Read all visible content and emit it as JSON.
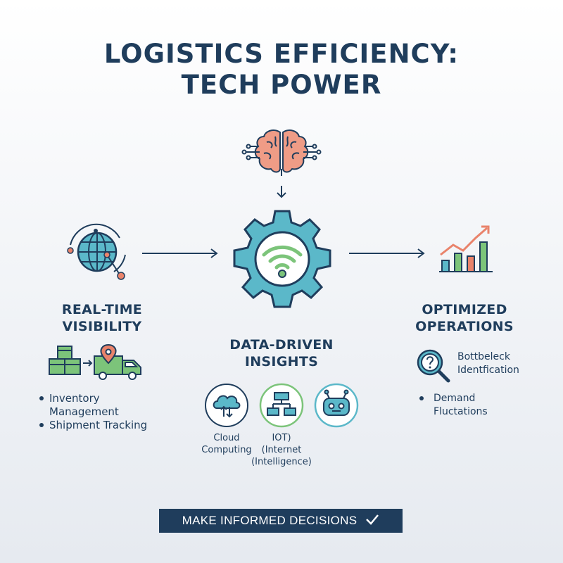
{
  "title": {
    "line1": "LOGISTICS EFFICIENCY:",
    "line2": "TECH POWER"
  },
  "left": {
    "heading_line1": "REAL-TIME",
    "heading_line2": "VISIBILITY",
    "bullets": [
      {
        "line1": "Inventory",
        "line2": "Management"
      },
      {
        "line1": "Shipment Tracking"
      }
    ]
  },
  "center": {
    "heading_line1": "DATA-DRIVEN",
    "heading_line2": "INSIGHTS",
    "tech": [
      {
        "icon": "cloud-computing-icon",
        "line1": "Cloud",
        "line2": "Computing"
      },
      {
        "icon": "iot-network-icon",
        "line1": "IOT)",
        "line2": "(Internet",
        "line3": "(Intelligence)"
      },
      {
        "icon": "robot-icon"
      }
    ]
  },
  "right": {
    "heading_line1": "OPTIMIZED",
    "heading_line2": "OPERATIONS",
    "items": [
      {
        "icon": "magnifier-question-icon",
        "line1": "Bottbeleck",
        "line2": "Identfication"
      },
      {
        "line1": "Demand",
        "line2": "Fluctations"
      }
    ]
  },
  "cta": {
    "label": "MAKE INFORMED DECISIONS"
  },
  "colors": {
    "navy": "#1f3d5c",
    "teal": "#5bb8c9",
    "green": "#7cc47a",
    "coral": "#e9836b"
  }
}
